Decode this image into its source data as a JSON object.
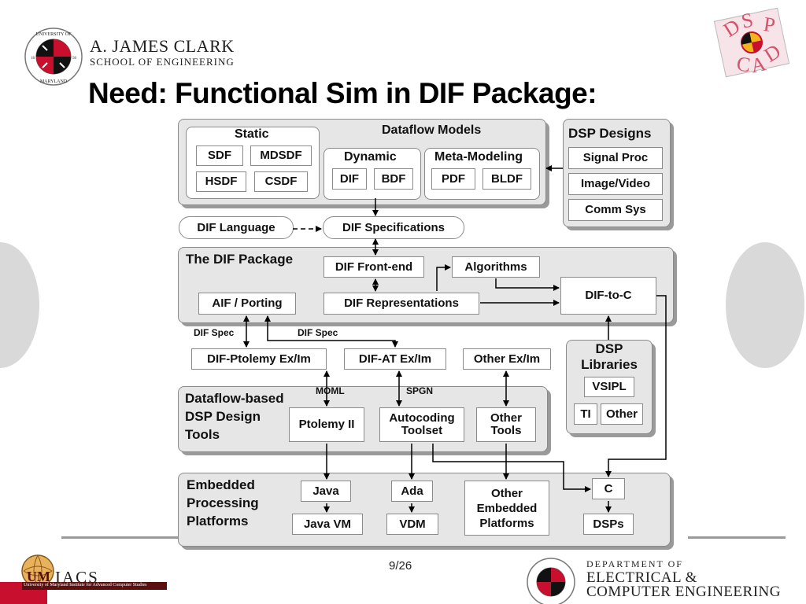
{
  "header": {
    "school_name": "A. JAMES CLARK",
    "school_sub": "SCHOOL OF ENGINEERING",
    "seal_top": "UNIVERSITY OF",
    "seal_bottom": "MARYLAND",
    "seal_year_left": "18",
    "seal_year_right": "56",
    "dspcad_logo": "DSPCAD"
  },
  "title": "Need: Functional Sim in DIF Package:",
  "diagram": {
    "dataflow_models": {
      "title": "Dataflow Models",
      "static": {
        "title": "Static",
        "items": [
          "SDF",
          "MDSDF",
          "HSDF",
          "CSDF"
        ]
      },
      "dynamic": {
        "title": "Dynamic",
        "items": [
          "DIF",
          "BDF"
        ]
      },
      "meta": {
        "title": "Meta-Modeling",
        "items": [
          "PDF",
          "BLDF"
        ]
      }
    },
    "dsp_designs": {
      "title": "DSP Designs",
      "items": [
        "Signal Proc",
        "Image/Video",
        "Comm Sys"
      ]
    },
    "dif_language": "DIF Language",
    "dif_specifications": "DIF Specifications",
    "dif_package": {
      "title": "The DIF Package",
      "front_end": "DIF Front-end",
      "algorithms": "Algorithms",
      "representations": "DIF Representations",
      "aif_porting": "AIF / Porting",
      "dif_to_c": "DIF-to-C"
    },
    "dif_spec_left": "DIF Spec",
    "dif_spec_right": "DIF Spec",
    "exim": [
      "DIF-Ptolemy Ex/Im",
      "DIF-AT Ex/Im",
      "Other Ex/Im"
    ],
    "dsp_libraries": {
      "title": "DSP\nLibraries",
      "items": [
        "VSIPL",
        "TI",
        "Other"
      ]
    },
    "design_tools": {
      "title": "Dataflow-based\nDSP Design\nTools",
      "moml": "MOML",
      "spgn": "SPGN",
      "items": [
        "Ptolemy II",
        "Autocoding\nToolset",
        "Other\nTools"
      ]
    },
    "platforms": {
      "title": "Embedded\nProcessing\nPlatforms",
      "java": "Java",
      "java_vm": "Java VM",
      "ada": "Ada",
      "vdm": "VDM",
      "other": "Other\nEmbedded\nPlatforms",
      "c": "C",
      "dsps": "DSPs"
    }
  },
  "footer": {
    "page": "9/26",
    "umiacs_letters": "UM",
    "umiacs": "IACS",
    "umiacs_sub": "University of Maryland Institute for Advanced Computer Studies",
    "dept_line1": "DEPARTMENT OF",
    "dept_line2": "ELECTRICAL &",
    "dept_line3": "COMPUTER ENGINEERING"
  },
  "colors": {
    "umd_red": "#c8102e",
    "umd_gold": "#f2b51c",
    "group_fill": "#e6e6e6",
    "rule_gray": "#9a9a9a"
  }
}
